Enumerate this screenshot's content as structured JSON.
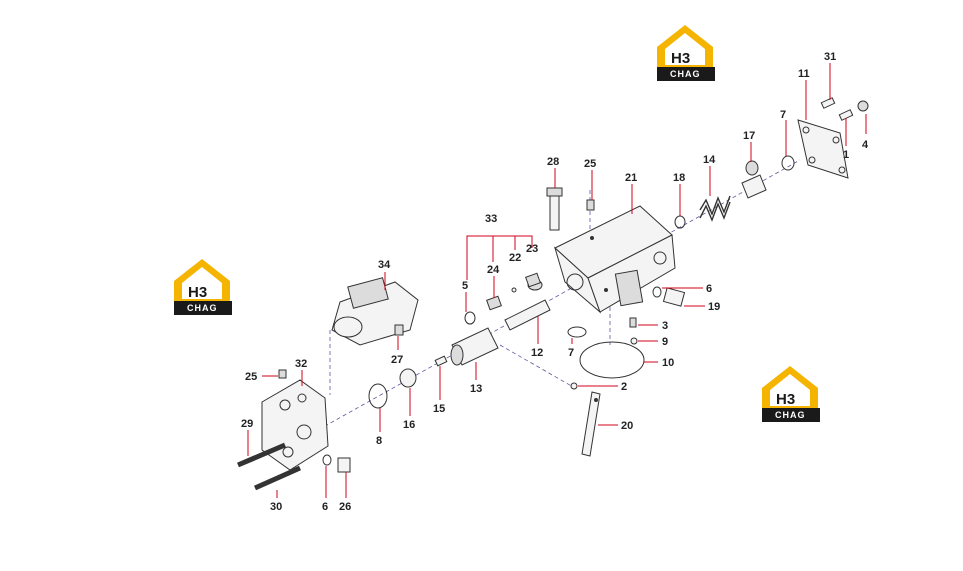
{
  "logo": {
    "top_text": "H3",
    "bottom_text": "CHAG",
    "accent": "#f5b400",
    "dark": "#1a1a1a"
  },
  "colors": {
    "leader": "#d0021b",
    "axis": "#5a5aa0",
    "part_stroke": "#333333"
  },
  "callouts": {
    "c31": "31",
    "c11": "11",
    "c4": "4",
    "c1": "1",
    "c7a": "7",
    "c17": "17",
    "c14": "14",
    "c18": "18",
    "c21": "21",
    "c25a": "25",
    "c28": "28",
    "c33": "33",
    "c23": "23",
    "c22": "22",
    "c24": "24",
    "c5": "5",
    "c6a": "6",
    "c19": "19",
    "c3": "3",
    "c9": "9",
    "c10": "10",
    "c7b": "7",
    "c12": "12",
    "c13": "13",
    "c2": "2",
    "c20": "20",
    "c34": "34",
    "c27": "27",
    "c15": "15",
    "c16": "16",
    "c8": "8",
    "c32": "32",
    "c25b": "25",
    "c29": "29",
    "c30": "30",
    "c6b": "6",
    "c26": "26"
  }
}
